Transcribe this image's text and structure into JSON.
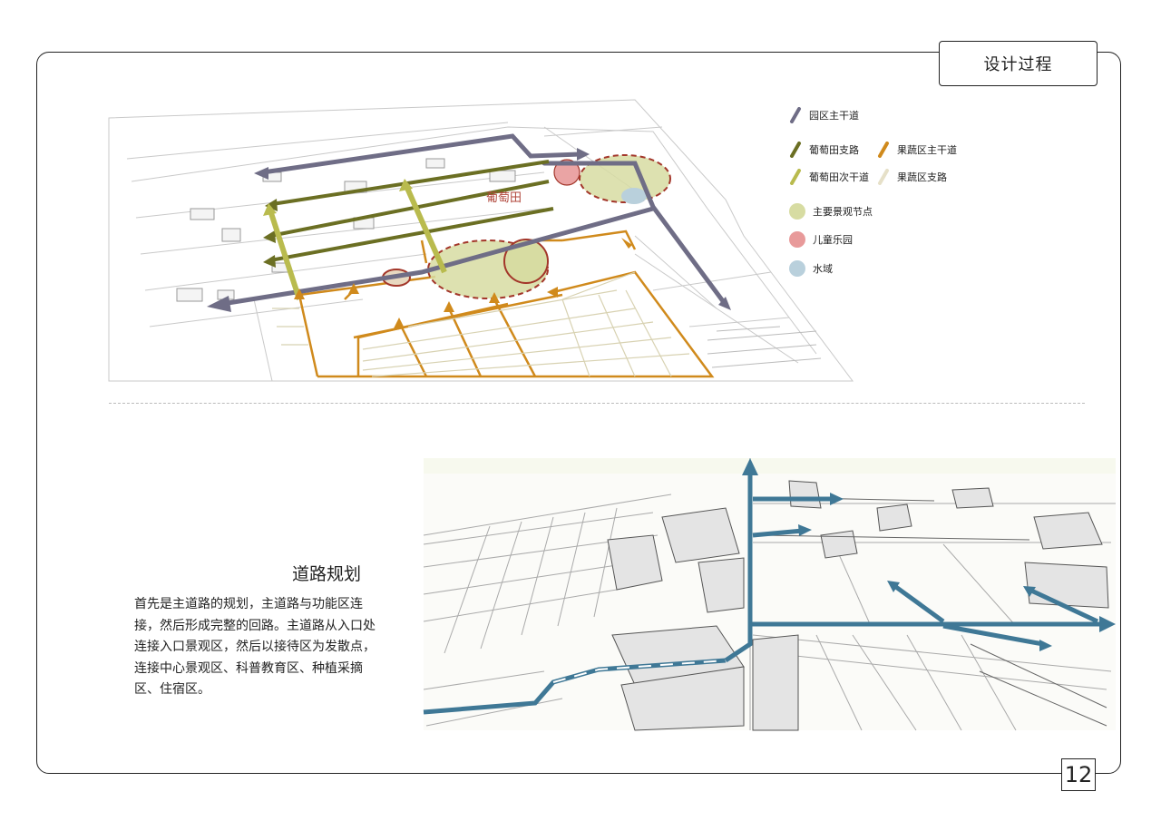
{
  "header": {
    "title": "设计过程"
  },
  "page": {
    "number": "12"
  },
  "map": {
    "vineyard_label": "葡萄田"
  },
  "legend": {
    "items": [
      {
        "label": "园区主干道",
        "color": "#6f6d86",
        "icon": "main-road-stroke"
      },
      {
        "label": "葡萄田支路",
        "color": "#6b6f23",
        "icon": "vineyard-branch-stroke"
      },
      {
        "label": "果蔬区主干道",
        "color": "#d08a1c",
        "icon": "orchard-main-road-stroke"
      },
      {
        "label": "葡萄田次干道",
        "color": "#b9bb4e",
        "icon": "vineyard-secondary-stroke"
      },
      {
        "label": "果蔬区支路",
        "color": "#e6e0c8",
        "icon": "orchard-branch-stroke"
      },
      {
        "label": "主要景观节点",
        "color": "#d7dca2",
        "icon": "circle"
      },
      {
        "label": "儿童乐园",
        "color": "#e89a9a",
        "icon": "circle"
      },
      {
        "label": "水域",
        "color": "#b9d0dc",
        "icon": "circle"
      }
    ]
  },
  "section": {
    "title": "道路规划",
    "description": "首先是主道路的规划，主道路与功能区连接，然后形成完整的回路。主道路从入口处连接入口景观区，然后以接待区为发散点，连接中心景观区、科普教育区、种植采摘区、住宿区。"
  },
  "colors": {
    "main_road": "#6f6d86",
    "orchard_road": "#d08a1c",
    "vineyard_branch": "#6b6f23",
    "vineyard_secondary": "#b9bb4e",
    "node_fill": "#d7dca2",
    "node_stroke": "#a3362a",
    "playground": "#e89a9a",
    "water": "#b9d0dc",
    "render_path": "#3f7896"
  }
}
